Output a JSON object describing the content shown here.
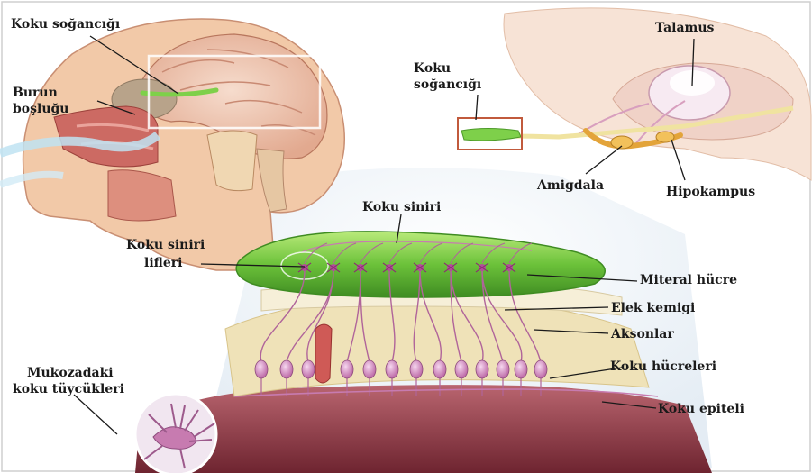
{
  "labels": {
    "koku_sogancigi_head": "Koku soğancığı",
    "burun_line1": "Burun",
    "burun_line2": "boşluğu",
    "talamus": "Talamus",
    "koku_top_line1": "Koku",
    "koku_top_line2": "soğancığı",
    "amigdala": "Amigdala",
    "hipokampus": "Hipokampus",
    "koku_siniri": "Koku siniri",
    "lifleri_line1": "Koku siniri",
    "lifleri_line2": "lifleri",
    "miteral": "Miteral hücre",
    "elek": "Elek kemigi",
    "aksonlar": "Aksonlar",
    "hucreleri": "Koku hücreleri",
    "mukoza_line1": "Mukozadaki",
    "mukoza_line2": "koku tüycükleri",
    "epiteli": "Koku epiteli"
  },
  "colors": {
    "bulb_green": "#6cc23a",
    "skin": "#f2c9a8",
    "brain": "#e9b8a2",
    "cell_pink": "#c77bb0",
    "tissue": "#efe2b8",
    "deep_red": "#a53b2a",
    "frame": "#c15a3c"
  }
}
